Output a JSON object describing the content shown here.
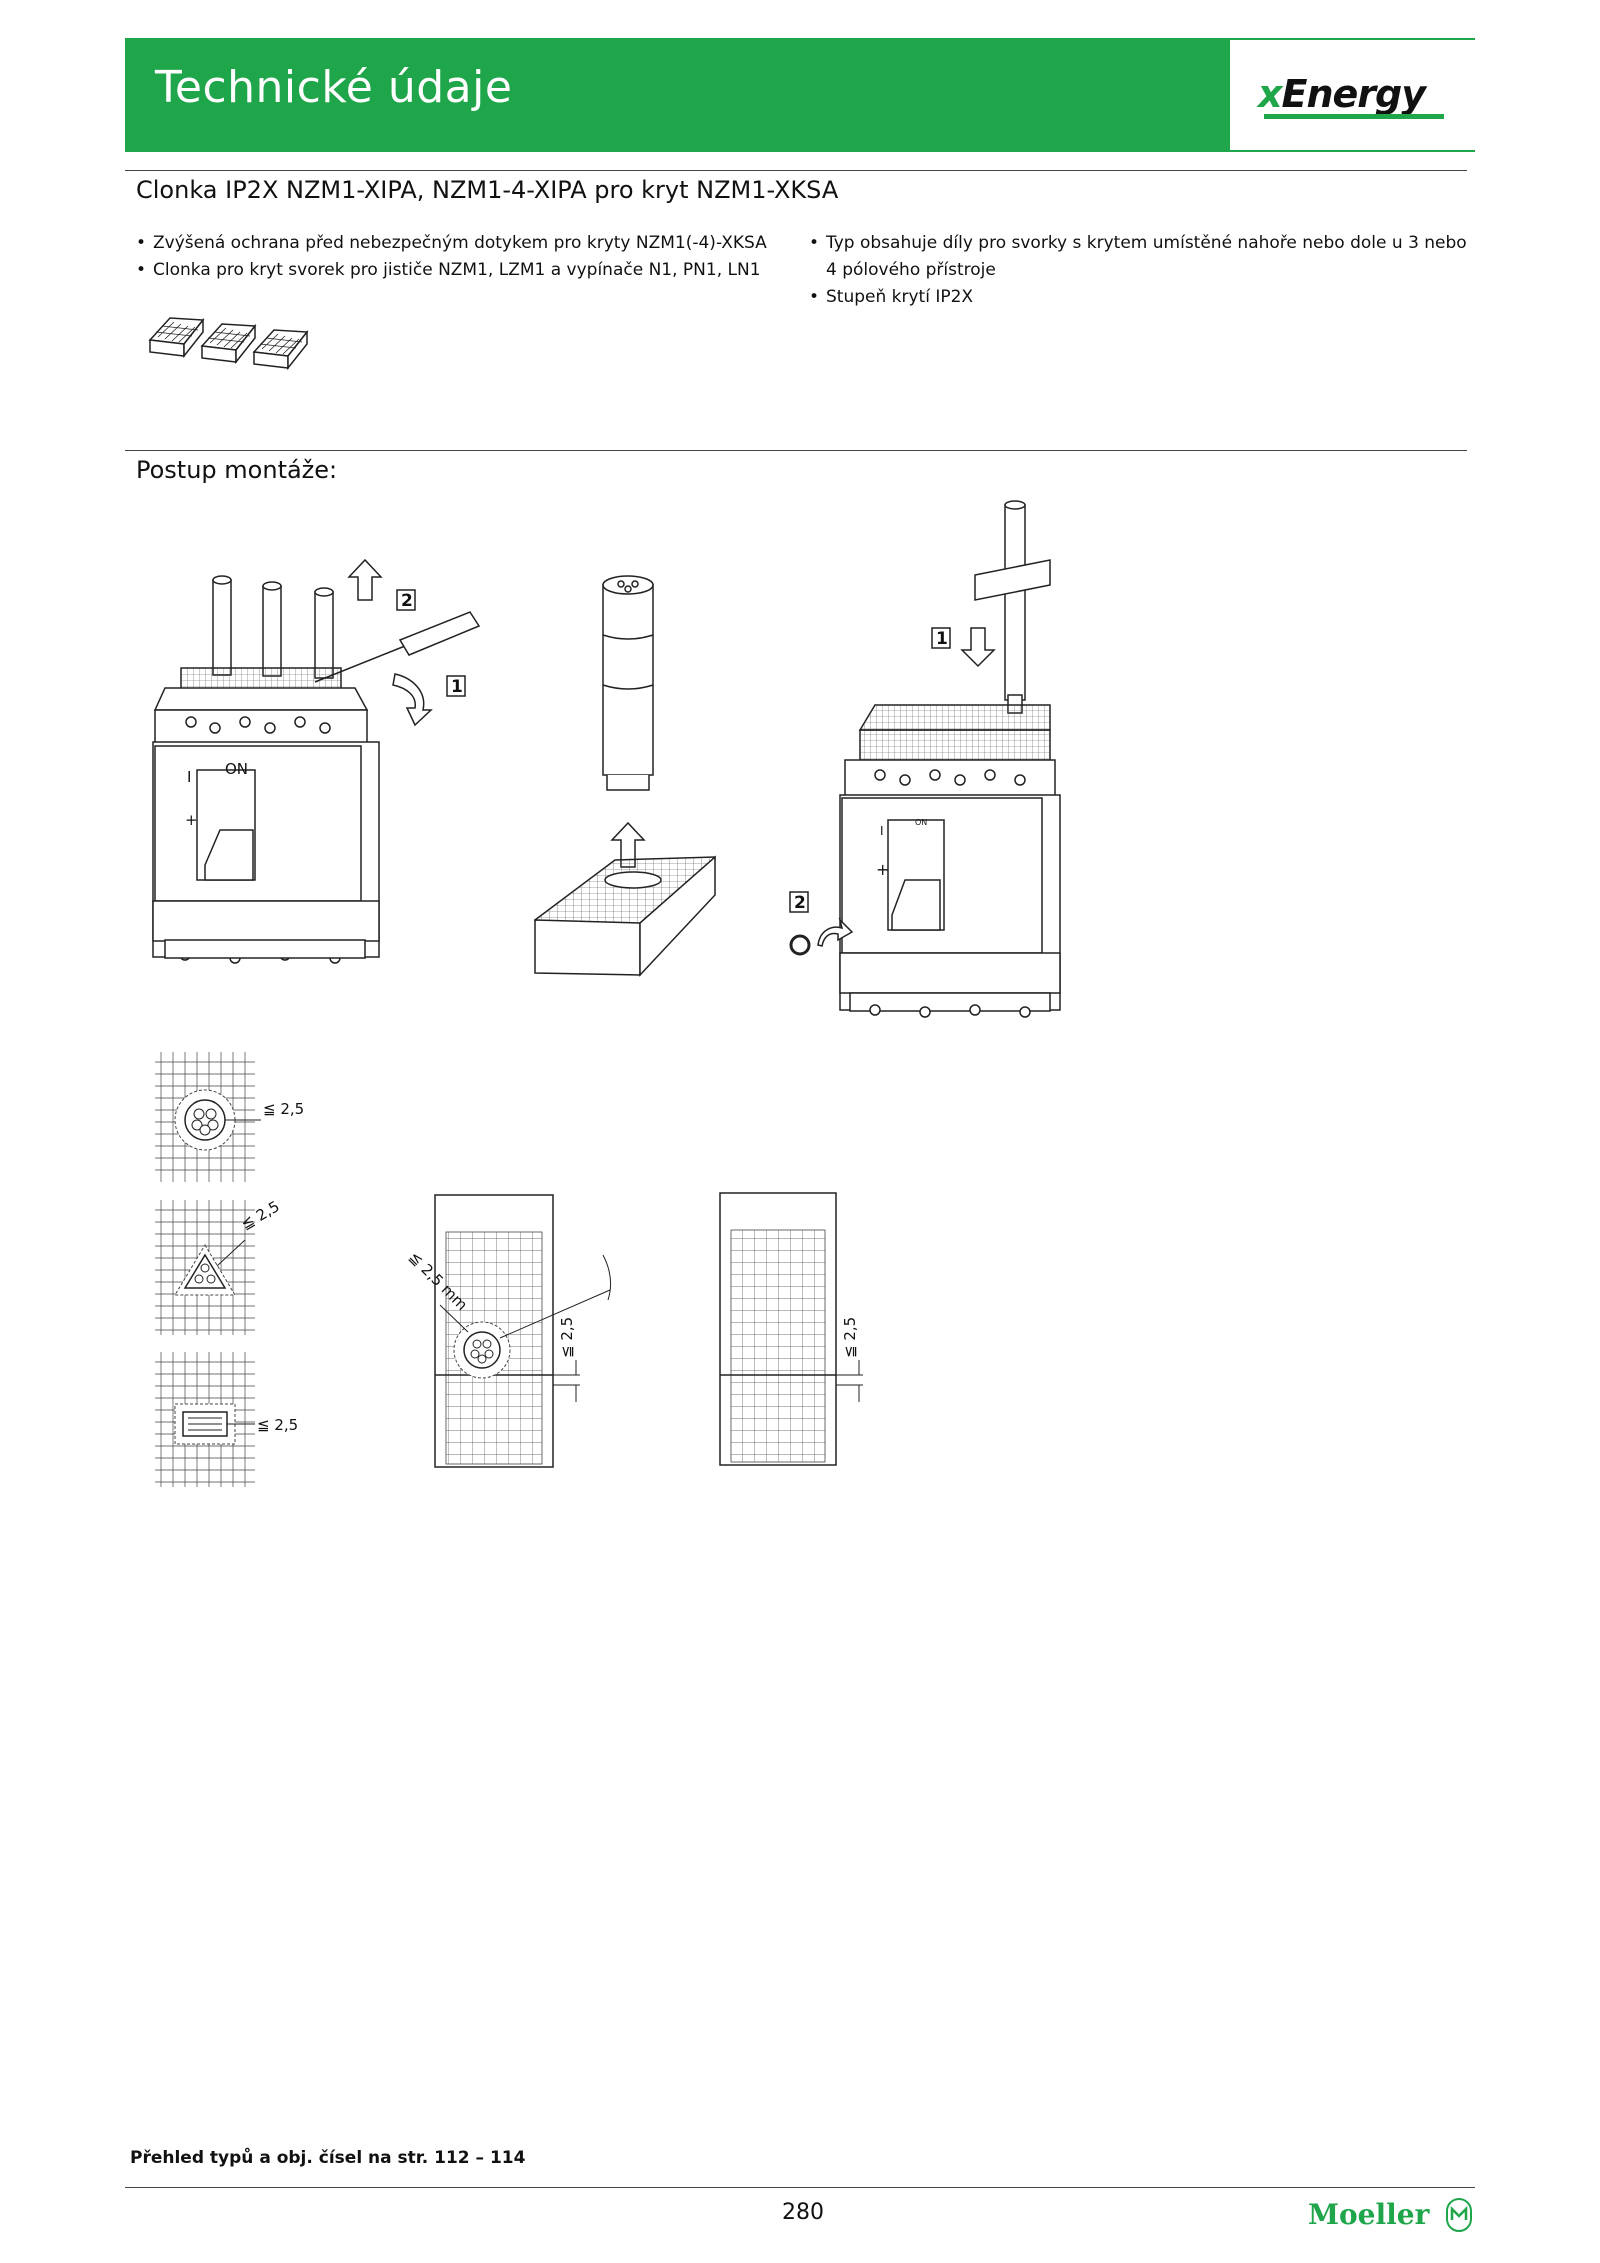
{
  "header": {
    "title": "Technické údaje",
    "brand": {
      "prefix": "x",
      "name": "Energy"
    },
    "colors": {
      "accent": "#1fa64a"
    }
  },
  "product": {
    "title": "Clonka IP2X NZM1-XIPA, NZM1-4-XIPA pro kryt NZM1-XKSA",
    "bullets_left": [
      "Zvýšená ochrana před nebezpečným dotykem pro kryty NZM1(-4)-XKSA",
      "Clonka pro kryt svorek pro jističe NZM1, LZM1 a vypínače N1, PN1, LN1"
    ],
    "bullets_right": [
      "Typ obsahuje díly pro svorky s krytem umístěné nahoře nebo dole u 3 nebo 4 pólového přístroje",
      "Stupeň krytí IP2X"
    ]
  },
  "assembly": {
    "title": "Postup montáže:",
    "step_labels": [
      "2",
      "1",
      "1",
      "2"
    ],
    "device_label": "ON",
    "dimension_labels": {
      "circle": "≦ 2,5",
      "triangle": "≦ 2,5",
      "square": "≦ 2,5",
      "diag": "≦ 2,5 mm",
      "vertical_1": "≦ 2,5",
      "vertical_2": "≦ 2,5"
    }
  },
  "footer": {
    "note": "Přehled typů a obj. čísel na str. 112 – 114",
    "page_number": "280",
    "brand": "Moeller"
  }
}
